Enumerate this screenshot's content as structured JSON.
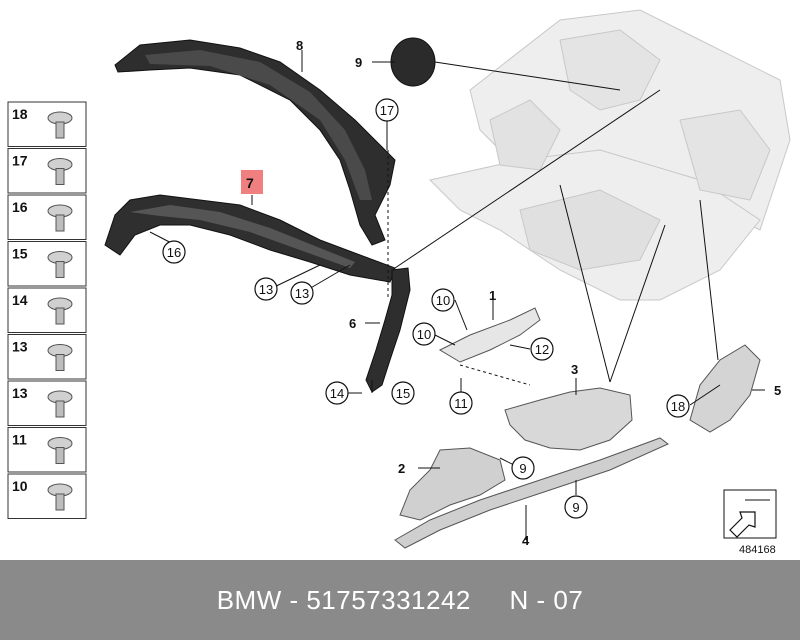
{
  "diagram": {
    "side_parts": [
      {
        "num": "18",
        "icon": "clip-icon"
      },
      {
        "num": "17",
        "icon": "hex-nut-icon"
      },
      {
        "num": "16",
        "icon": "screw-icon"
      },
      {
        "num": "15",
        "icon": "expanding-nut-icon"
      },
      {
        "num": "14",
        "icon": "rivet-icon"
      },
      {
        "num": "13",
        "icon": "flange-nut-icon"
      },
      {
        "num": "13",
        "icon": "self-tapping-screw-icon"
      },
      {
        "num": "11",
        "icon": "collar-nut-icon"
      },
      {
        "num": "10",
        "icon": "clip-nut-icon"
      }
    ],
    "callouts": {
      "p1": "1",
      "p2": "2",
      "p3": "3",
      "p4": "4",
      "p5": "5",
      "p6": "6",
      "p7": "7",
      "p8": "8",
      "p9a": "9",
      "c9b": "9",
      "c9c": "9",
      "c10a": "10",
      "c10b": "10",
      "c11": "11",
      "c12": "12",
      "c13a": "13",
      "c13b": "13",
      "c14": "14",
      "c15": "15",
      "c16": "16",
      "c17": "17",
      "c18": "18"
    },
    "highlight_color": "#f08080",
    "reference_number": "484168"
  },
  "footer": {
    "text": "BMW - 51757331242     N - 07"
  }
}
